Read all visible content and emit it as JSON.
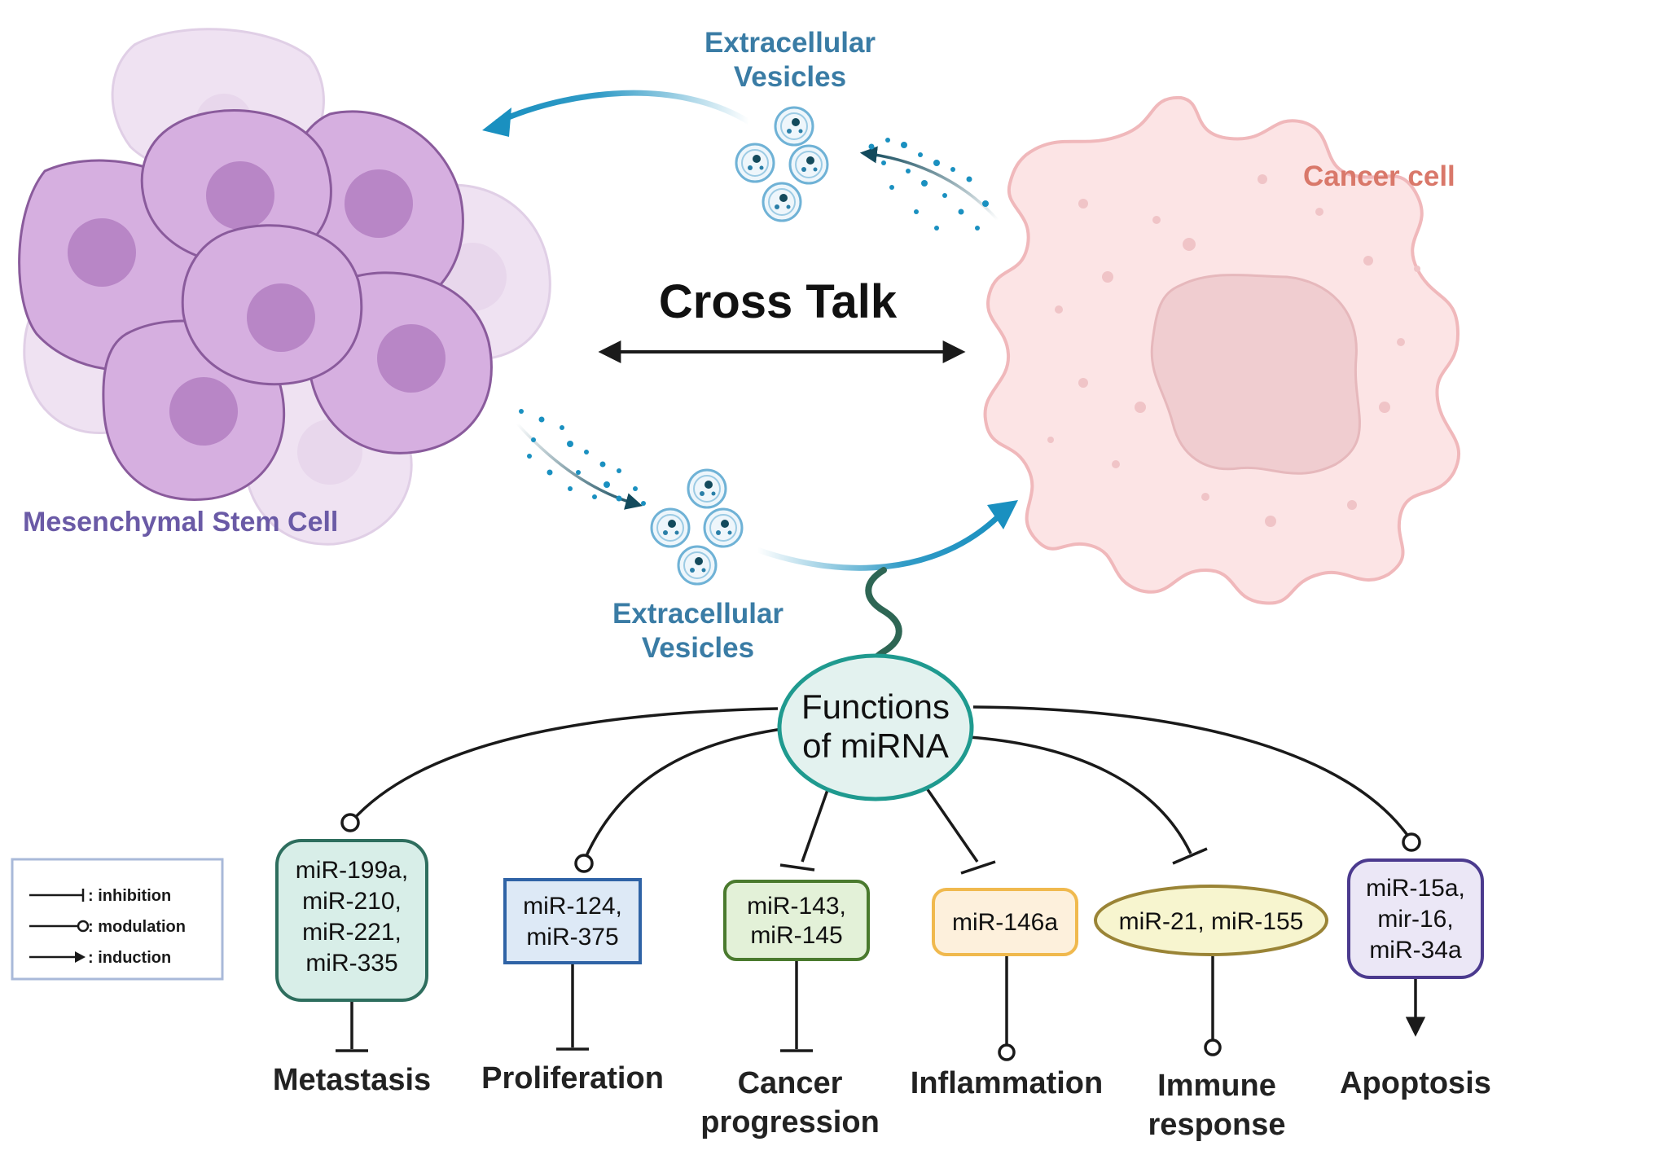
{
  "labels": {
    "msc": "Mesenchymal Stem Cell",
    "cancer": "Cancer cell",
    "crosstalk": "Cross Talk",
    "ev_top_line1": "Extracellular",
    "ev_top_line2": "Vesicles",
    "ev_bottom_line1": "Extracellular",
    "ev_bottom_line2": "Vesicles",
    "functions_line1": "Functions",
    "functions_line2": "of miRNA"
  },
  "legend": {
    "inhibition": ": inhibition",
    "modulation": ": modulation",
    "induction": ": induction"
  },
  "mirna_groups": [
    {
      "lines": [
        "miR-199a,",
        "miR-210,",
        "miR-221,",
        "miR-335"
      ],
      "relation": "modulation",
      "effect": "inhibition",
      "outcome": [
        "Metastasis"
      ]
    },
    {
      "lines": [
        "miR-124,",
        "miR-375"
      ],
      "relation": "modulation",
      "effect": "inhibition",
      "outcome": [
        "Proliferation"
      ]
    },
    {
      "lines": [
        "miR-143,",
        "miR-145"
      ],
      "relation": "inhibition",
      "effect": "inhibition",
      "outcome": [
        "Cancer",
        "progression"
      ]
    },
    {
      "lines": [
        "miR-146a"
      ],
      "relation": "inhibition",
      "effect": "modulation",
      "outcome": [
        "Inflammation"
      ]
    },
    {
      "lines": [
        "miR-21, miR-155"
      ],
      "relation": "inhibition",
      "effect": "modulation",
      "outcome": [
        "Immune",
        "response"
      ]
    },
    {
      "lines": [
        "miR-15a,",
        "mir-16,",
        "miR-34a"
      ],
      "relation": "modulation",
      "effect": "induction",
      "outcome": [
        "Apoptosis"
      ]
    }
  ],
  "colors": {
    "msc_label": "#6a5aa6",
    "cancer_label": "#d9786a",
    "ev_label": "#3a7ca5",
    "arrow_blue": "#1a90c0",
    "functions_stroke": "#1f9a8f",
    "functions_fill": "#e3f2ef",
    "box1_stroke": "#2e6e5e",
    "box1_fill": "#d8eee8",
    "box2_stroke": "#2f63a6",
    "box2_fill": "#dde9f6",
    "box3_stroke": "#4a7a2e",
    "box3_fill": "#e3f1d8",
    "box4_stroke": "#f0b94e",
    "box4_fill": "#fdf0dc",
    "box5_stroke": "#9a8436",
    "box5_fill": "#f7f5cf",
    "box6_stroke": "#4b3a8e",
    "box6_fill": "#ebe7f6"
  }
}
